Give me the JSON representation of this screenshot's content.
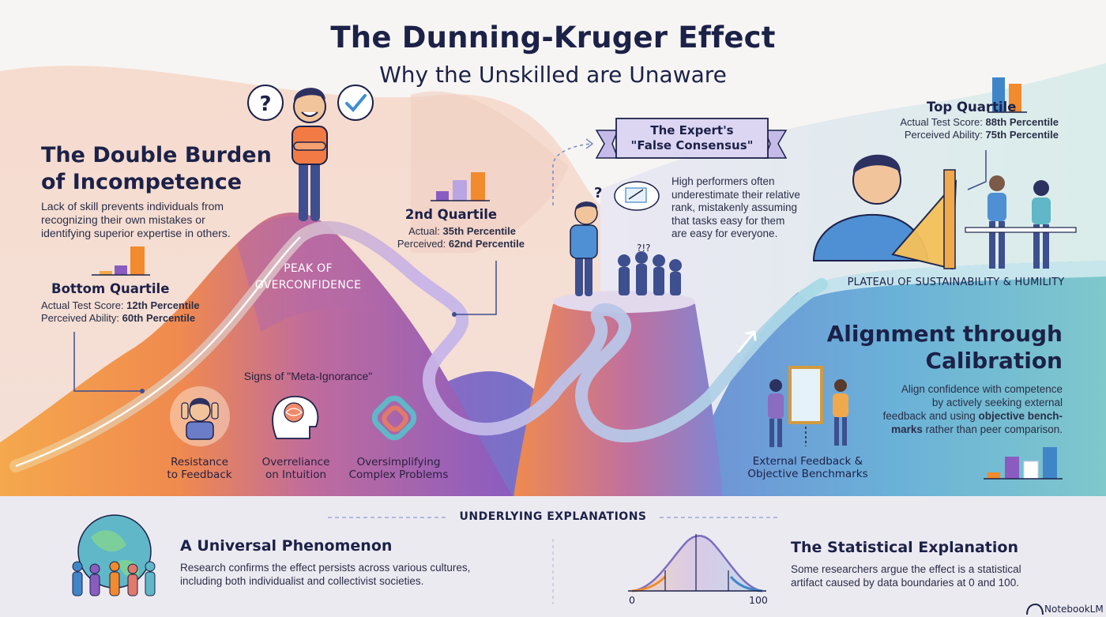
{
  "header": {
    "title": "The Dunning-Kruger Effect",
    "subtitle": "Why the Unskilled are Unaware"
  },
  "double_burden": {
    "title_line1": "The Double Burden",
    "title_line2": "of Incompetence",
    "body_line1": "Lack of skill prevents individuals from",
    "body_line2": "recognizing their own mistakes or",
    "body_line3": "identifying superior expertise in others."
  },
  "peak_label": {
    "line1": "PEAK OF",
    "line2": "OVERCONFIDENCE"
  },
  "bottom_quartile": {
    "title": "Bottom Quartile",
    "actual_label": "Actual Test Score: ",
    "actual_value": "12th Percentile",
    "perceived_label": "Perceived Ability: ",
    "perceived_value": "60th Percentile"
  },
  "second_quartile": {
    "title": "2nd Quartile",
    "actual_label": "Actual: ",
    "actual_value": "35th Percentile",
    "perceived_label": "Perceived: ",
    "perceived_value": "62nd Percentile"
  },
  "meta_ignorance": {
    "title": "Signs of \"Meta-Ignorance\"",
    "signs": [
      {
        "line1": "Resistance",
        "line2": "to Feedback",
        "icon": "head-in-hands-icon"
      },
      {
        "line1": "Overreliance",
        "line2": "on Intuition",
        "icon": "brain-icon"
      },
      {
        "line1": "Oversimplifying",
        "line2": "Complex Problems",
        "icon": "tangled-knot-icon"
      }
    ]
  },
  "expert_banner": {
    "line1": "The Expert's",
    "line2": "\"False Consensus\"",
    "body_line1": "High performers often",
    "body_line2": "underestimate their relative",
    "body_line3": "rank, mistakenly assuming",
    "body_line4": "that tasks easy for them",
    "body_line5": "are easy for everyone."
  },
  "top_quartile": {
    "title": "Top Quartile",
    "actual_label": "Actual Test Score: ",
    "actual_value": "88th Percentile",
    "perceived_label": "Perceived Ability: ",
    "perceived_value": "75th Percentile"
  },
  "plateau_label": "PLATEAU OF SUSTAINABILITY & HUMILITY",
  "alignment": {
    "title_line1": "Alignment through",
    "title_line2": "Calibration",
    "body_line1": "Align confidence with competence",
    "body_line2": "by actively seeking external",
    "body_line3_pre": "feedback and using ",
    "body_line3_bold": "objective bench-",
    "body_line4_bold": "marks",
    "body_line4_post": " rather than peer comparison.",
    "caption_line1": "External Feedback &",
    "caption_line2": "Objective Benchmarks"
  },
  "underlying": {
    "title": "UNDERLYING EXPLANATIONS",
    "universal": {
      "title": "A Universal Phenomenon",
      "body_line1": "Research confirms the effect persists across various cultures,",
      "body_line2": "including both individualist and collectivist societies."
    },
    "statistical": {
      "title": "The Statistical Explanation",
      "body_line1": "Some researchers argue the effect is a statistical",
      "body_line2": "artifact caused by data boundaries at 0 and 100.",
      "axis_min": "0",
      "axis_max": "100"
    }
  },
  "brand": "NotebookLM",
  "colors": {
    "navy": "#1c2148",
    "orange": "#f28a2e",
    "purple": "#8e5fc0",
    "teal": "#55b3c6",
    "blue": "#3f86c9",
    "lavender": "#b9a5e3"
  }
}
